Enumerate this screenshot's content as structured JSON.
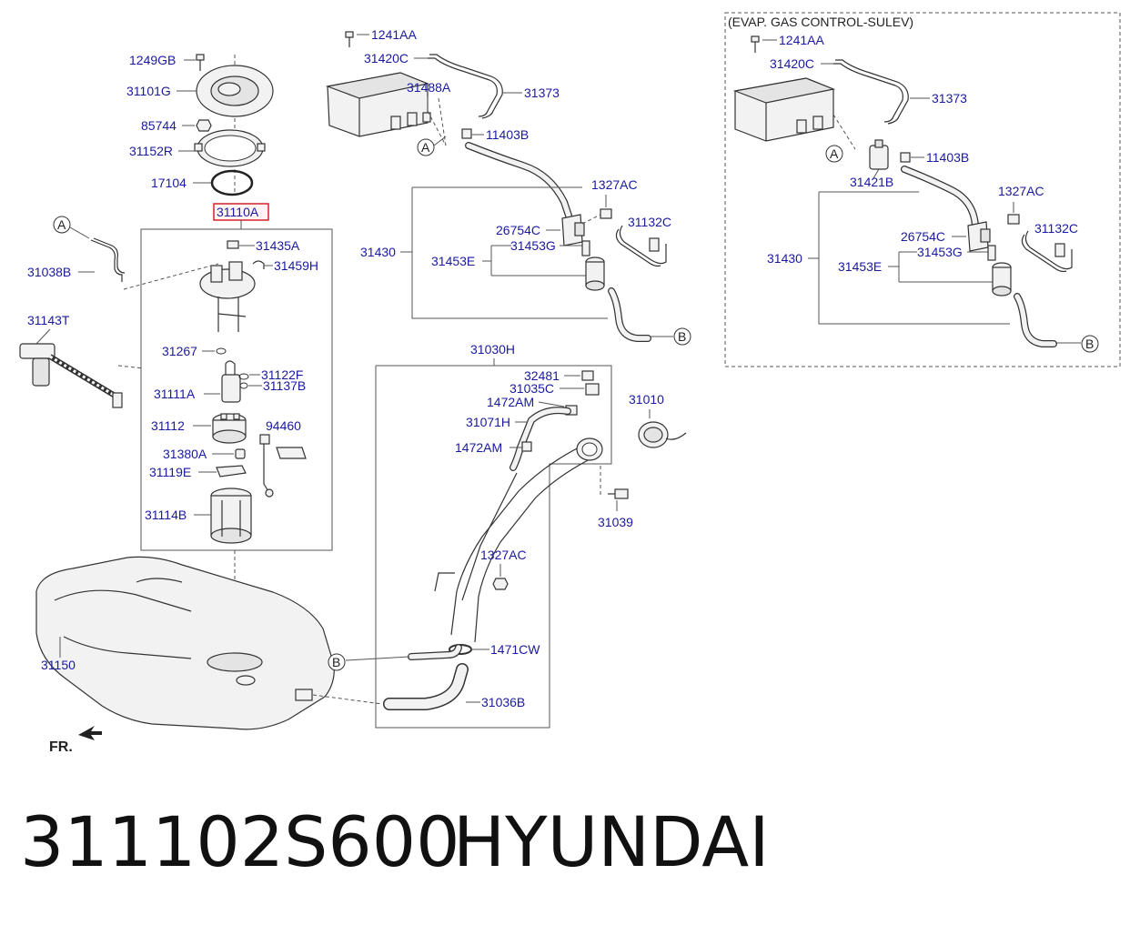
{
  "diagram": {
    "highlight_color": "#d8202a",
    "label_color": "#1a1aa0",
    "evap_box_title": "(EVAP. GAS CONTROL-SULEV)",
    "direction_label": "FR.",
    "callouts": {
      "a": "A",
      "b": "B"
    },
    "labels": {
      "p1249GB": "1249GB",
      "p31101G": "31101G",
      "p85744": "85744",
      "p31152R": "31152R",
      "p17104": "17104",
      "p31110A": "31110A",
      "p31435A": "31435A",
      "p31459H": "31459H",
      "p31038B": "31038B",
      "p31143T": "31143T",
      "p31267": "31267",
      "p31122F": "31122F",
      "p31137B": "31137B",
      "p31111A": "31111A",
      "p31112": "31112",
      "p94460": "94460",
      "p31380A": "31380A",
      "p31119E": "31119E",
      "p31114B": "31114B",
      "p31150": "31150",
      "p1241AA": "1241AA",
      "p31420C": "31420C",
      "p31488A": "31488A",
      "p31373": "31373",
      "p11403B": "11403B",
      "p1327AC_a": "1327AC",
      "p26754C": "26754C",
      "p31132C": "31132C",
      "p31453G": "31453G",
      "p31430": "31430",
      "p31453E": "31453E",
      "p31030H": "31030H",
      "p32481": "32481",
      "p31035C": "31035C",
      "p1472AM_a": "1472AM",
      "p31071H": "31071H",
      "p1472AM_b": "1472AM",
      "p31010": "31010",
      "p31039": "31039",
      "p1327AC_b": "1327AC",
      "p1471CW": "1471CW",
      "p31036B": "31036B",
      "s1241AA": "1241AA",
      "s31420C": "31420C",
      "s31373": "31373",
      "s11403B": "11403B",
      "s31421B": "31421B",
      "s1327AC": "1327AC",
      "s26754C": "26754C",
      "s31132C": "31132C",
      "s31453G": "31453G",
      "s31430": "31430",
      "s31453E": "31453E"
    }
  },
  "footer": {
    "part_number": "311102S600",
    "brand": "HYUNDAI"
  }
}
